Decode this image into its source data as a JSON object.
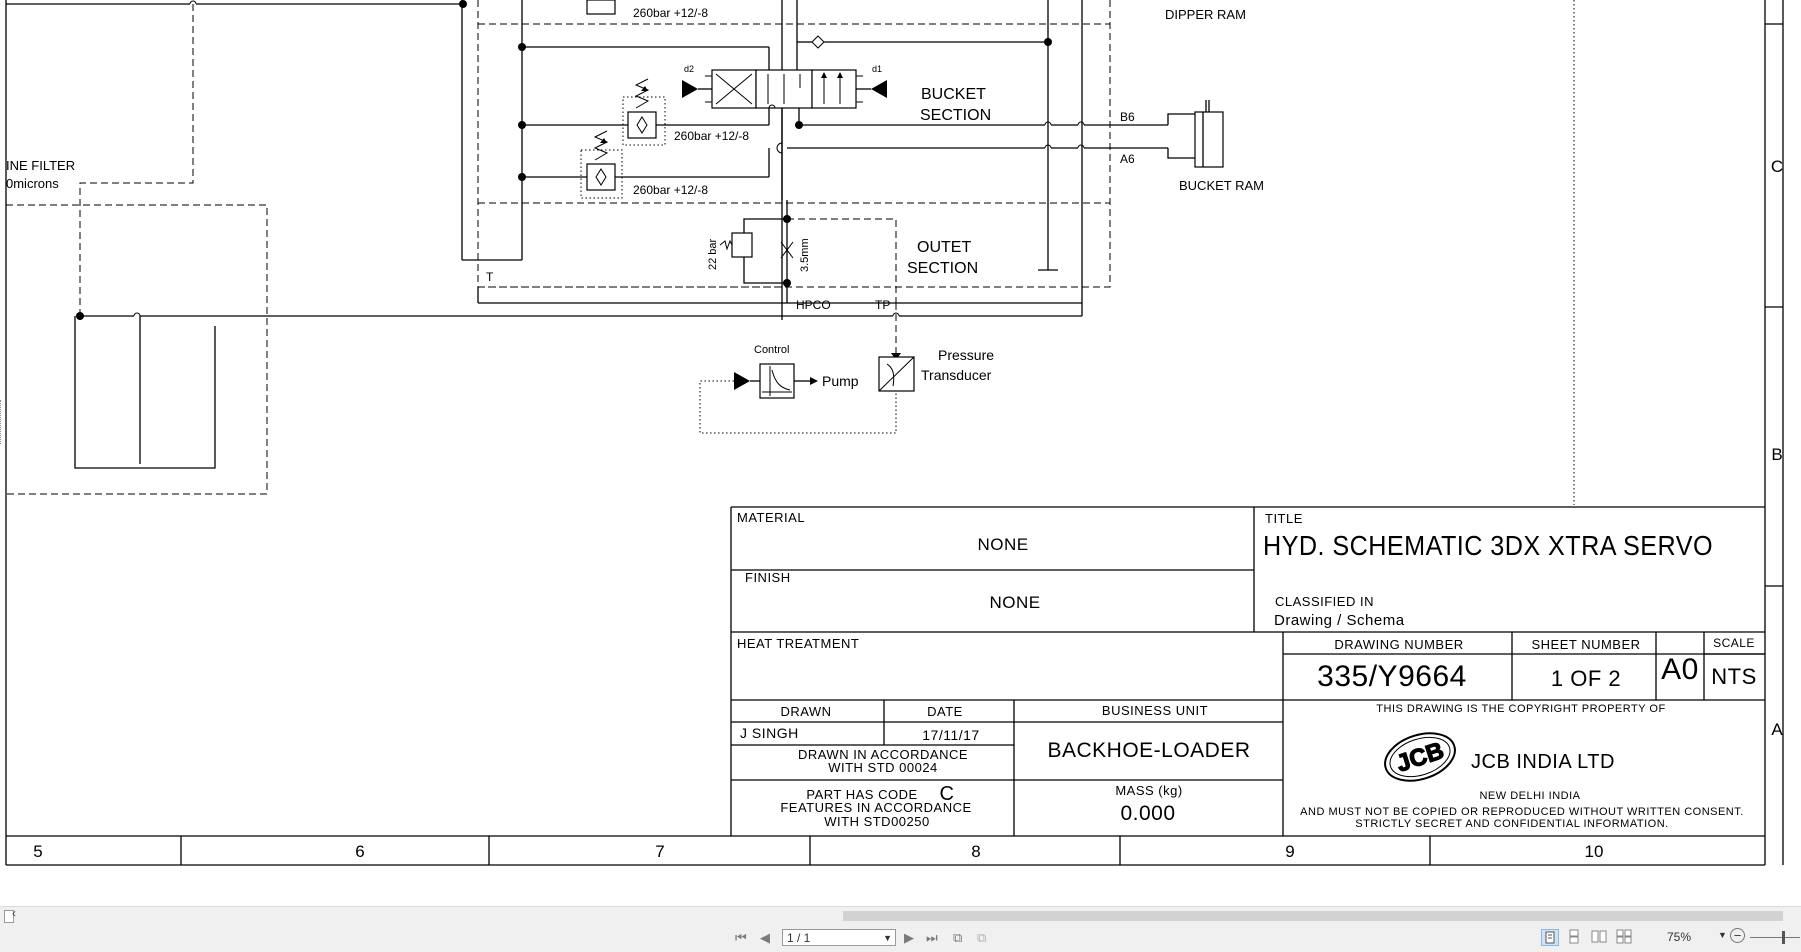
{
  "schematic": {
    "labels": {
      "dipper_ram": "DIPPER   RAM",
      "bucket_ram": "BUCKET   RAM",
      "bucket_section_1": "BUCKET",
      "bucket_section_2": "SECTION",
      "outlet_section_1": "OUTET",
      "outlet_section_2": "SECTION",
      "relief_1": "260bar +12/-8",
      "relief_2": "260bar +12/-8",
      "relief_3": "260bar +12/-8",
      "line_filter_1": "INE  FILTER",
      "line_filter_2": "0microns",
      "port_b6": "B6",
      "port_a6": "A6",
      "port_t": "T",
      "port_hpco": "HPCO",
      "port_tp": "TP",
      "pilot_d1": "d1",
      "pilot_d2": "d2",
      "relief_22bar": "22 bar",
      "orifice": "3.5mm",
      "control": "Control",
      "pump": "Pump",
      "pressure_1": "Pressure",
      "pressure_2": "Transducer"
    },
    "grid_zones": {
      "columns": [
        "5",
        "6",
        "7",
        "8",
        "9",
        "10"
      ],
      "rows": [
        "C",
        "B",
        "A"
      ]
    }
  },
  "title_block": {
    "material_label": "MATERIAL",
    "material_value": "NONE",
    "finish_label": "FINISH",
    "finish_value": "NONE",
    "title_label": "TITLE",
    "title_value": "HYD. SCHEMATIC 3DX XTRA SERVO",
    "classified_label": "CLASSIFIED IN",
    "classified_value": "Drawing / Schema",
    "heat_treatment_label": "HEAT TREATMENT",
    "drawing_number_label": "DRAWING NUMBER",
    "drawing_number_value": "335/Y9664",
    "sheet_number_label": "SHEET NUMBER",
    "sheet_number_value": "1 OF 2",
    "size_value": "A0",
    "scale_label": "SCALE",
    "scale_value": "NTS",
    "drawn_label": "DRAWN",
    "drawn_value": "J SINGH",
    "date_label": "DATE",
    "date_value": "17/11/17",
    "business_unit_label": "BUSINESS UNIT",
    "business_unit_value": "BACKHOE-LOADER",
    "accordance_1": "DRAWN IN ACCORDANCE",
    "accordance_2": "WITH STD 00024",
    "part_code_1": "PART HAS CODE",
    "part_code_letter": "C",
    "part_code_2": "FEATURES IN ACCORDANCE",
    "part_code_3": "WITH STD00250",
    "mass_label": "MASS (kg)",
    "mass_value": "0.000",
    "copyright_1": "THIS DRAWING IS THE COPYRIGHT PROPERTY OF",
    "logo_text": "JCB",
    "company_name": "JCB INDIA LTD",
    "company_location": "NEW DELHI   INDIA",
    "copyright_2": "AND MUST NOT BE COPIED OR REPRODUCED WITHOUT WRITTEN CONSENT.",
    "copyright_3": "STRICTLY SECRET AND CONFIDENTIAL INFORMATION."
  },
  "statusbar": {
    "page_value": "1 / 1",
    "zoom_value": "75%"
  },
  "icons": [
    "first-page-icon",
    "previous-page-icon",
    "next-page-icon",
    "last-page-icon",
    "dropdown-icon",
    "zoom-minus-icon",
    "scroll-left-icon"
  ]
}
